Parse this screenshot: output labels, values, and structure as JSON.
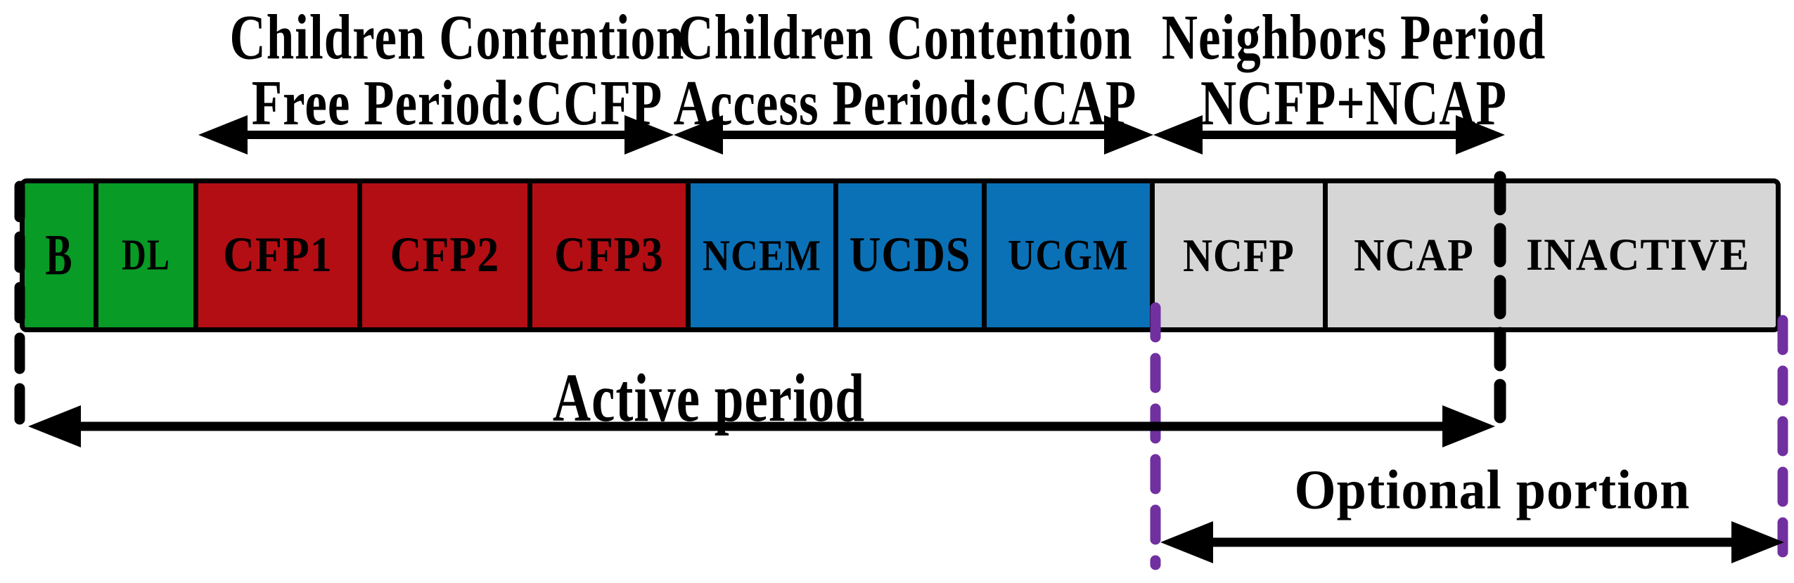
{
  "figure": {
    "top_annotations": [
      {
        "line1": "Children Contention",
        "line2": "Free Period:CCFP"
      },
      {
        "line1": "Children Contention",
        "line2": "Access Period:CCAP"
      },
      {
        "line1": "Neighbors Period",
        "line2": "NCFP+NCAP"
      }
    ],
    "bar": {
      "segments": [
        {
          "label": "B",
          "color": "#089B25"
        },
        {
          "label": "DL",
          "color": "#089B25"
        },
        {
          "label": "CFP1",
          "color": "#B30E14"
        },
        {
          "label": "CFP2",
          "color": "#B30E14"
        },
        {
          "label": "CFP3",
          "color": "#B30E14"
        },
        {
          "label": "NCEM",
          "color": "#0A71B7"
        },
        {
          "label": "UCDS",
          "color": "#0A71B7"
        },
        {
          "label": "UCGM",
          "color": "#0A71B7"
        },
        {
          "label": "NCFP",
          "color": "#D6D6D6"
        },
        {
          "label": "NCAP",
          "color": "#D6D6D6"
        },
        {
          "label": "INACTIVE",
          "color": "#D6D6D6"
        }
      ]
    },
    "bottom_annotations": {
      "active_period": "Active period",
      "optional_portion": "Optional portion"
    },
    "colors": {
      "green": "#089B25",
      "red": "#B30E14",
      "blue": "#0A71B7",
      "gray": "#D6D6D6",
      "purple_dashed": "#7030A0",
      "black": "#000000"
    }
  }
}
